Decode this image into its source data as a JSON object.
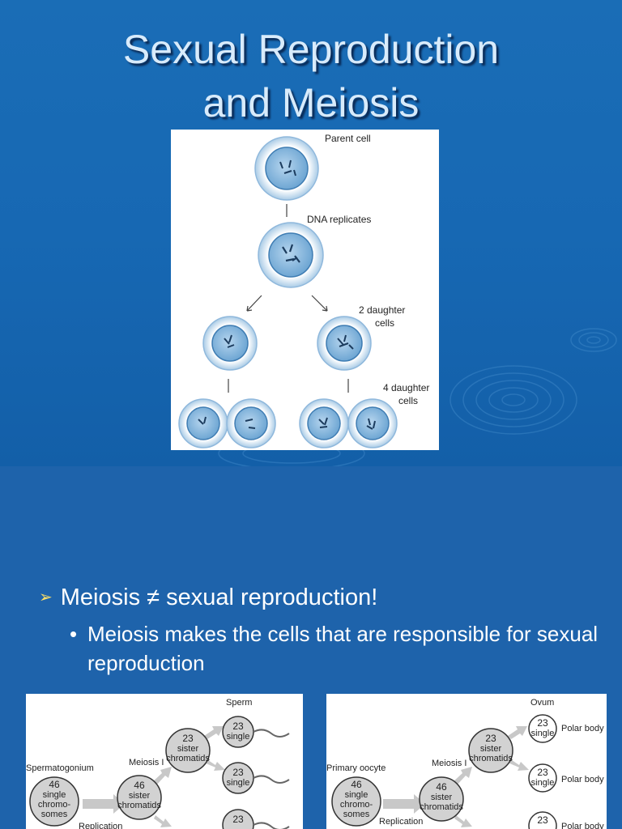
{
  "title": {
    "line1": "Sexual Reproduction",
    "line2": "and Meiosis"
  },
  "meiosis_figure": {
    "parent_cell_label": "Parent cell",
    "dna_replicates_label": "DNA replicates",
    "two_daughter_label_1": "2 daughter",
    "two_daughter_label_2": "cells",
    "four_daughter_label_1": "4 daughter",
    "four_daughter_label_2": "cells"
  },
  "bullets": {
    "main": "Meiosis ≠ sexual reproduction!",
    "sub": "Meiosis makes the cells that are responsible for sexual reproduction",
    "main_marker": "➢",
    "sub_marker": "•"
  },
  "sperm_figure": {
    "sperm_label": "Sperm",
    "start_label": "Spermatogonium",
    "meiosis_label": "Meiosis I",
    "replication_label": "Replication",
    "start_cell": [
      "46",
      "single",
      "chromo-",
      "somes"
    ],
    "mid_cell": [
      "46",
      "sister",
      "chromatids"
    ],
    "upper_cell": [
      "23",
      "sister",
      "chromatids"
    ],
    "product_cells": [
      {
        "num": "23",
        "sub": "single"
      },
      {
        "num": "23",
        "sub": "single"
      },
      {
        "num": "23",
        "sub": ""
      }
    ]
  },
  "ovum_figure": {
    "ovum_label": "Ovum",
    "start_label": "Primary oocyte",
    "meiosis_label": "Meiosis I",
    "replication_label": "Replication",
    "start_cell": [
      "46",
      "single",
      "chromo-",
      "somes"
    ],
    "mid_cell": [
      "46",
      "sister",
      "chromatids"
    ],
    "upper_cell": [
      "23",
      "sister",
      "chromatids"
    ],
    "product_cells": [
      {
        "num": "23",
        "sub": "single",
        "label": "Polar body"
      },
      {
        "num": "23",
        "sub": "single",
        "label": "Polar body"
      },
      {
        "num": "23",
        "sub": "",
        "label": "Polar body"
      }
    ]
  },
  "colors": {
    "background": "#1e63ab",
    "title_text": "#d8ebfb",
    "bullet_arrow": "#ffe066",
    "cell_fill": "#7fb3d9",
    "cell_outer": "#dbe9f5"
  }
}
